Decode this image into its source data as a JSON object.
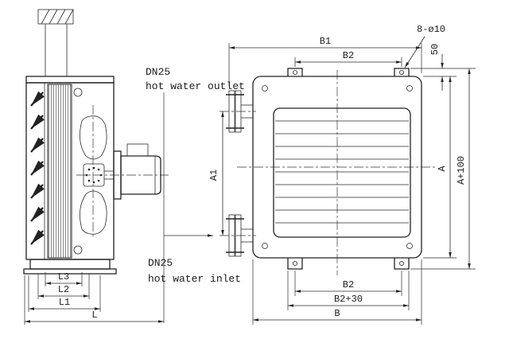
{
  "annotations": {
    "outlet": {
      "line1": "DN25",
      "line2": "hot water outlet"
    },
    "inlet": {
      "line1": "DN25",
      "line2": "hot water inlet"
    },
    "holes_callout": "8-ø10"
  },
  "dimensions": {
    "front_view": {
      "b1": "B1",
      "b2_top": "B2",
      "a1": "A1",
      "a": "A",
      "a_plus_100": "A+100",
      "bracket_height": "50",
      "b2_bottom": "B2",
      "b2_plus_30": "B2+30",
      "b": "B"
    },
    "side_view": {
      "l3": "L3",
      "l2": "L2",
      "l1": "L1",
      "l": "L"
    }
  }
}
